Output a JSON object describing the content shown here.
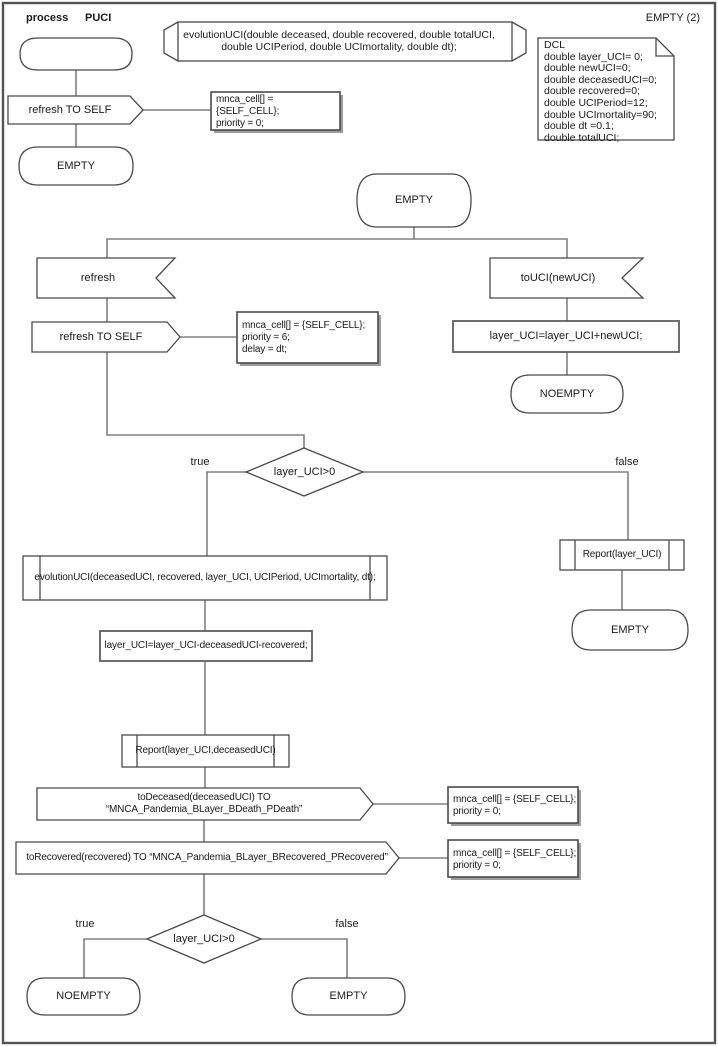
{
  "page": {
    "kind_label": "process",
    "process_name": "PUCI",
    "page_label": "EMPTY (2)"
  },
  "declaration": {
    "signature": "evolutionUCI(double deceased, double recovered, double totalUCI,\ndouble UCIPeriod, double UCImortality, double dt);"
  },
  "dcl": {
    "text": "DCL\ndouble layer_UCI= 0;\ndouble newUCI=0;\ndouble deceasedUCI=0;\ndouble recovered=0;\ndouble UCIPeriod=12;\ndouble UCImortality=90;\ndouble dt =0.1;\ndouble totalUCI;"
  },
  "start_flow": {
    "send_refresh": "refresh TO SELF",
    "comment": "mnca_cell[] = {SELF_CELL};\npriority = 0;",
    "next_state": "EMPTY"
  },
  "empty_state": {
    "state": "EMPTY",
    "input_refresh": "refresh",
    "input_touci": "toUCI(newUCI)",
    "send_refresh": "refresh TO SELF",
    "refresh_comment": "mnca_cell[] = {SELF_CELL};\npriority = 6;\ndelay = dt;",
    "task_add": "layer_UCI=layer_UCI+newUCI;",
    "noempty_state": "NOEMPTY",
    "decision1": "layer_UCI>0",
    "true1": "true",
    "false1": "false",
    "proc_evolution": "evolutionUCI(deceasedUCI, recovered, layer_UCI, UCIPeriod, UCImortality, dt);",
    "task_sub": "layer_UCI=layer_UCI-deceasedUCI-recovered;",
    "report_full": "Report(layer_UCI,deceasedUCI)",
    "send_deceased": "toDeceased(deceasedUCI) TO “MNCA_Pandemia_BLayer_BDeath_PDeath”",
    "deceased_comment": "mnca_cell[] = {SELF_CELL};\npriority = 0;",
    "send_recovered": "toRecovered(recovered) TO “MNCA_Pandemia_BLayer_BRecovered_PRecovered”",
    "recovered_comment": "mnca_cell[] = {SELF_CELL};\npriority = 0;",
    "decision2": "layer_UCI>0",
    "true2": "true",
    "false2": "false",
    "noempty_end": "NOEMPTY",
    "empty_end": "EMPTY",
    "report_simple": "Report(layer_UCI)",
    "empty_right": "EMPTY"
  },
  "colors": {
    "connector": "#808080",
    "shape_border": "#4a4a4a",
    "page_border": "#545454",
    "background": "#ffffff"
  }
}
